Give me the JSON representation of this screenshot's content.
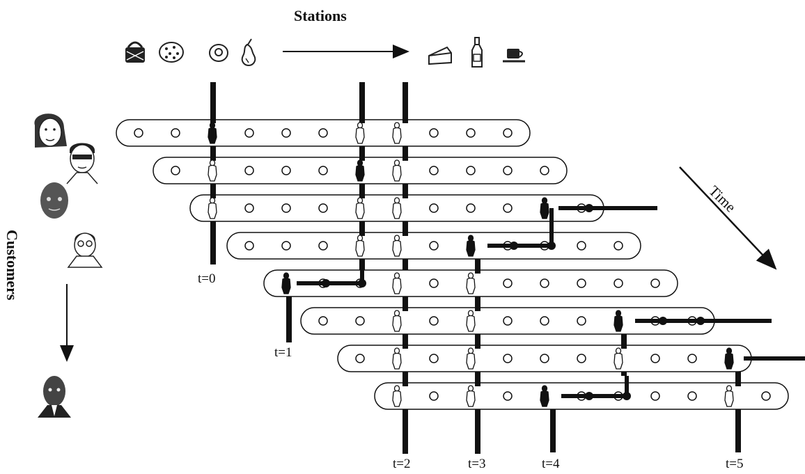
{
  "title": "Stations",
  "time_label": "Time",
  "customers_label": "Customers",
  "station_icons": [
    "picnic-basket-icon",
    "cookie-icon",
    "fried-egg-icon",
    "pear-icon",
    "cheese-icon",
    "bottle-icon",
    "coffee-cup-icon"
  ],
  "customer_icons": [
    "woman-face-icon",
    "man-sunglasses-face-icon",
    "dotted-face-icon",
    "glasses-face-icon",
    "man-tie-face-icon"
  ],
  "time_labels": [
    "t=0",
    "t=1",
    "t=2",
    "t=3",
    "t=4",
    "t=5"
  ],
  "rows": 8,
  "colors": {
    "ink": "#111111",
    "background": "#ffffff"
  }
}
